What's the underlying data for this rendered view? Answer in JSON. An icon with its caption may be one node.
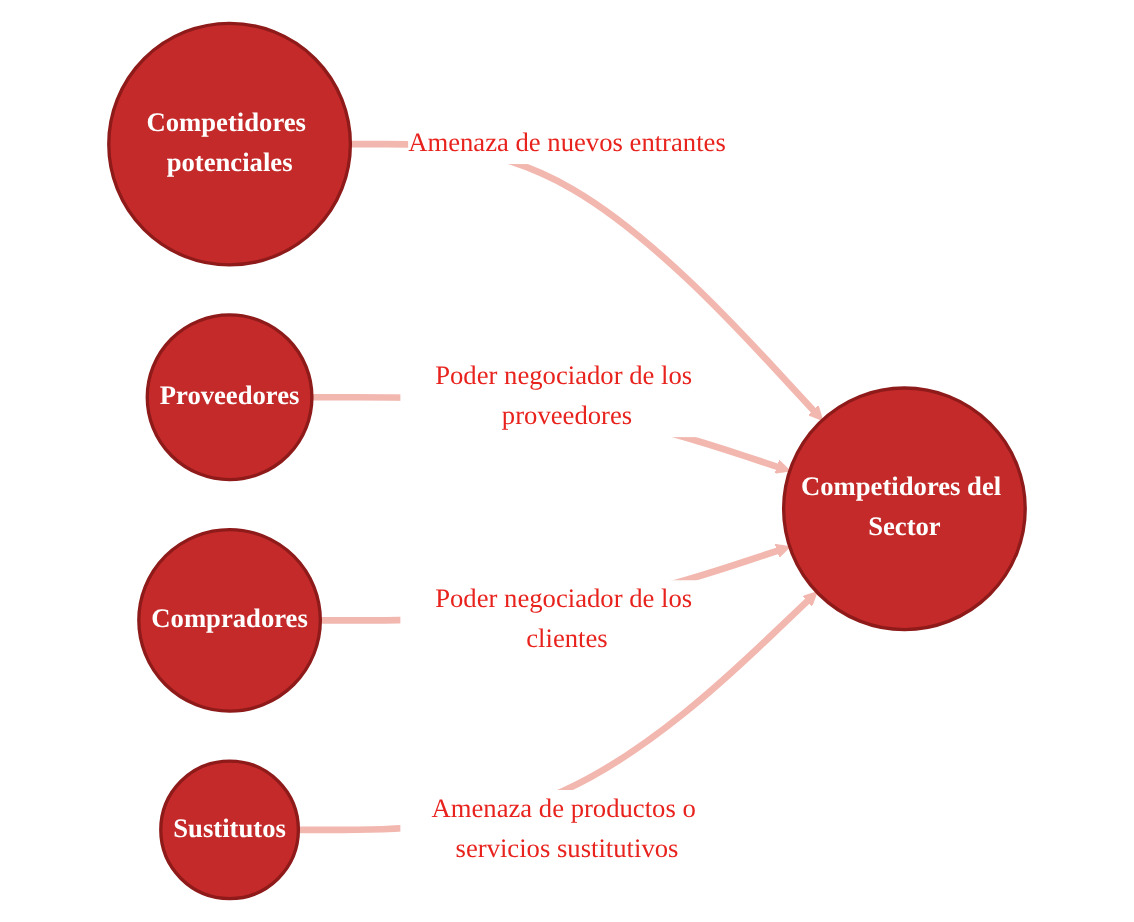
{
  "diagram": {
    "nodes": [
      {
        "text": [
          "Competidores potenciales"
        ]
      },
      {
        "text": [
          "Proveedores"
        ]
      },
      {
        "text": [
          "Competidores del Sector"
        ]
      },
      {
        "text": [
          "Compradores"
        ]
      },
      {
        "text": [
          "Sustitutos"
        ]
      }
    ],
    "edges": [
      {
        "from": 0,
        "to": 2,
        "arrow": "to",
        "label": "Amenaza de nuevos entrantes"
      },
      {
        "from": 1,
        "to": 2,
        "arrow": "to",
        "label": "Poder negociador de los proveedores"
      },
      {
        "from": 3,
        "to": 2,
        "arrow": "to",
        "label": "Poder negociador de los clientes"
      },
      {
        "from": 4,
        "to": 2,
        "arrow": "to",
        "label": "Amenaza de productos o servicios sustitutivos"
      }
    ]
  }
}
